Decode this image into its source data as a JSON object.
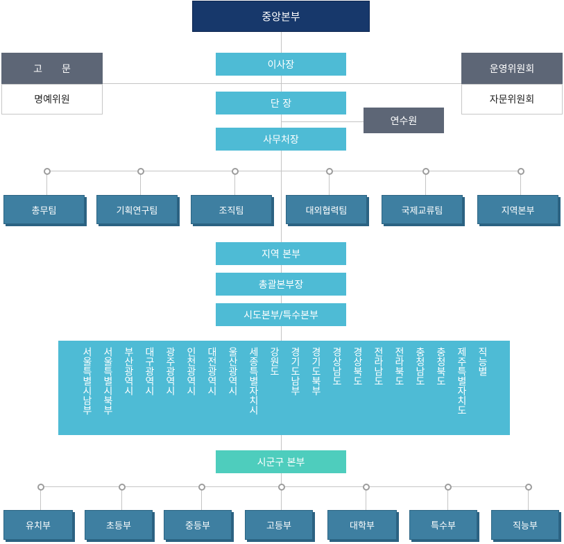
{
  "headquarters": "중앙본부",
  "chairman": "이사장",
  "advisors": {
    "header": "고　　문",
    "body": "명예위원"
  },
  "committees": {
    "header": "운영위원회",
    "body": "자문위원회"
  },
  "leader": "단 장",
  "training": "연수원",
  "secretary": "사무처장",
  "teams": [
    "총무팀",
    "기획연구팀",
    "조직팀",
    "대외협력팀",
    "국제교류팀",
    "지역본부"
  ],
  "regional_hq": "지역 본부",
  "general_hq_head": "총괄본부장",
  "city_province": "시도본부/특수본부",
  "regions": [
    "서울특별시남부",
    "서울특별시북부",
    "부산광역시",
    "대구광역시",
    "광주광역시",
    "인천광역시",
    "대전광역시",
    "울산광역시",
    "세종특별자치시",
    "강원도",
    "경기도남부",
    "경기도북부",
    "경상남도",
    "경상북도",
    "전라남도",
    "전라북도",
    "충청남도",
    "충청북도",
    "제주특별자치도",
    "직능별"
  ],
  "district_hq": "시군구 본부",
  "divisions": [
    "유치부",
    "초등부",
    "중등부",
    "고등부",
    "대학부",
    "특수부",
    "직능부"
  ],
  "colors": {
    "navy": "#17386b",
    "cyan": "#4ebbd5",
    "slate": "#5d6676",
    "team_blue": "#3e7fa1",
    "teal": "#4ecdbd"
  }
}
